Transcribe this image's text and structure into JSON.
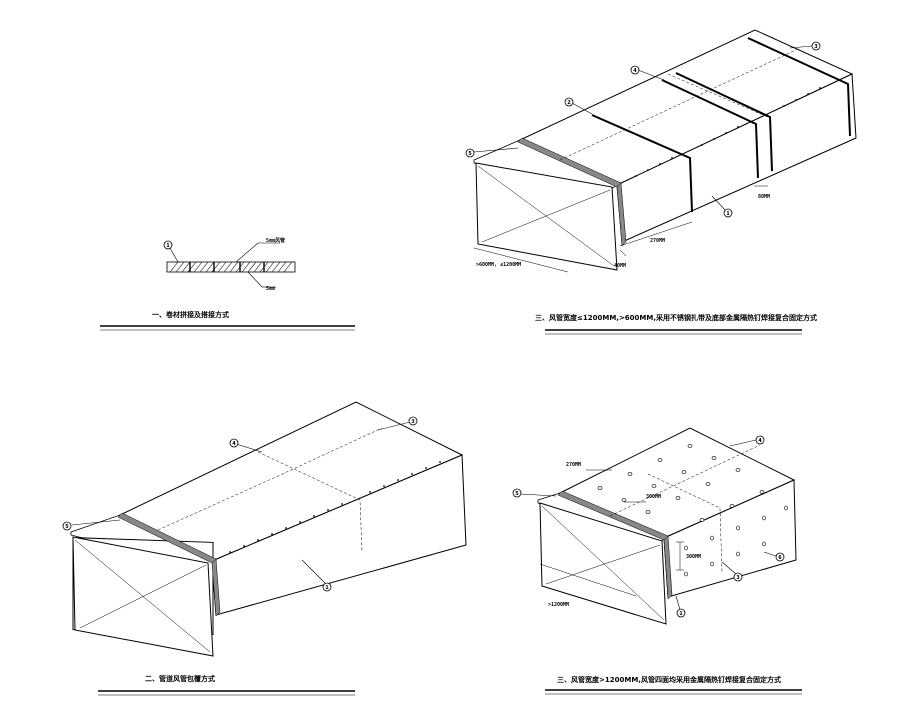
{
  "panel1": {
    "caption": "一、卷材拼接及搭接方式",
    "label_top": "5mm风管",
    "label_bottom": "5mm",
    "callout": "1"
  },
  "panel2": {
    "caption": "二、管道风管包覆方式",
    "callouts": [
      "1",
      "3",
      "4",
      "5"
    ]
  },
  "panel3": {
    "caption": "三、风管宽度≤1200MM,>600MM,采用不锈钢扎带及底部金属隔热钉焊接复合固定方式",
    "dim_width": ">600MM, ≤1200MM",
    "dim_270": "270MM",
    "dim_40": "40MM",
    "dim_80": "80MM",
    "callouts": [
      "1",
      "2",
      "3",
      "4",
      "5"
    ]
  },
  "panel4": {
    "caption": "三、风管宽度>1200MM,风管四面均采用金属隔热钉焊接复合固定方式",
    "dim_width": ">1200MM",
    "dim_270": "270MM",
    "dim_300a": "300MM",
    "dim_300b": "300MM",
    "callouts": [
      "1",
      "3",
      "4",
      "5",
      "6"
    ]
  }
}
